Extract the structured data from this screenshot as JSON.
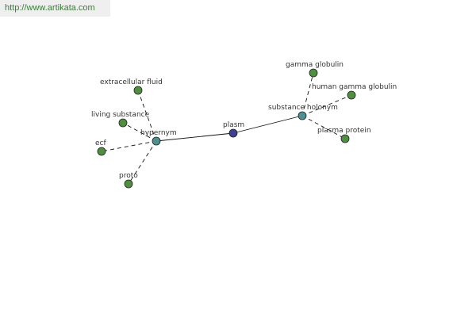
{
  "source_link": "http://www.artikata.com",
  "graph": {
    "nodes": [
      {
        "id": "plasm",
        "label": "plasm",
        "role": "center",
        "color": "#3f3f8f"
      },
      {
        "id": "hypernym",
        "label": "hypernym",
        "role": "relation",
        "color": "#4f8f8f"
      },
      {
        "id": "substance_holonym",
        "label": "substance holonym",
        "role": "relation",
        "color": "#4f8f8f"
      },
      {
        "id": "extracellular_fluid",
        "label": "extracellular fluid",
        "role": "term",
        "color": "#4f8f3f"
      },
      {
        "id": "living_substance",
        "label": "living substance",
        "role": "term",
        "color": "#4f8f3f"
      },
      {
        "id": "ecf",
        "label": "ecf",
        "role": "term",
        "color": "#4f8f3f"
      },
      {
        "id": "proto",
        "label": "proto",
        "role": "term",
        "color": "#4f8f3f"
      },
      {
        "id": "gamma_globulin",
        "label": "gamma globulin",
        "role": "term",
        "color": "#4f8f3f"
      },
      {
        "id": "human_gamma_globulin",
        "label": "human gamma globulin",
        "role": "term",
        "color": "#4f8f3f"
      },
      {
        "id": "plasma_protein",
        "label": "plasma protein",
        "role": "term",
        "color": "#4f8f3f"
      }
    ],
    "edges": [
      {
        "from": "plasm",
        "to": "hypernym",
        "style": "solid"
      },
      {
        "from": "plasm",
        "to": "substance_holonym",
        "style": "solid"
      },
      {
        "from": "hypernym",
        "to": "extracellular_fluid",
        "style": "dashed"
      },
      {
        "from": "hypernym",
        "to": "living_substance",
        "style": "dashed"
      },
      {
        "from": "hypernym",
        "to": "ecf",
        "style": "dashed"
      },
      {
        "from": "hypernym",
        "to": "proto",
        "style": "dashed"
      },
      {
        "from": "substance_holonym",
        "to": "gamma_globulin",
        "style": "dashed"
      },
      {
        "from": "substance_holonym",
        "to": "human_gamma_globulin",
        "style": "dashed"
      },
      {
        "from": "substance_holonym",
        "to": "plasma_protein",
        "style": "dashed"
      }
    ]
  }
}
